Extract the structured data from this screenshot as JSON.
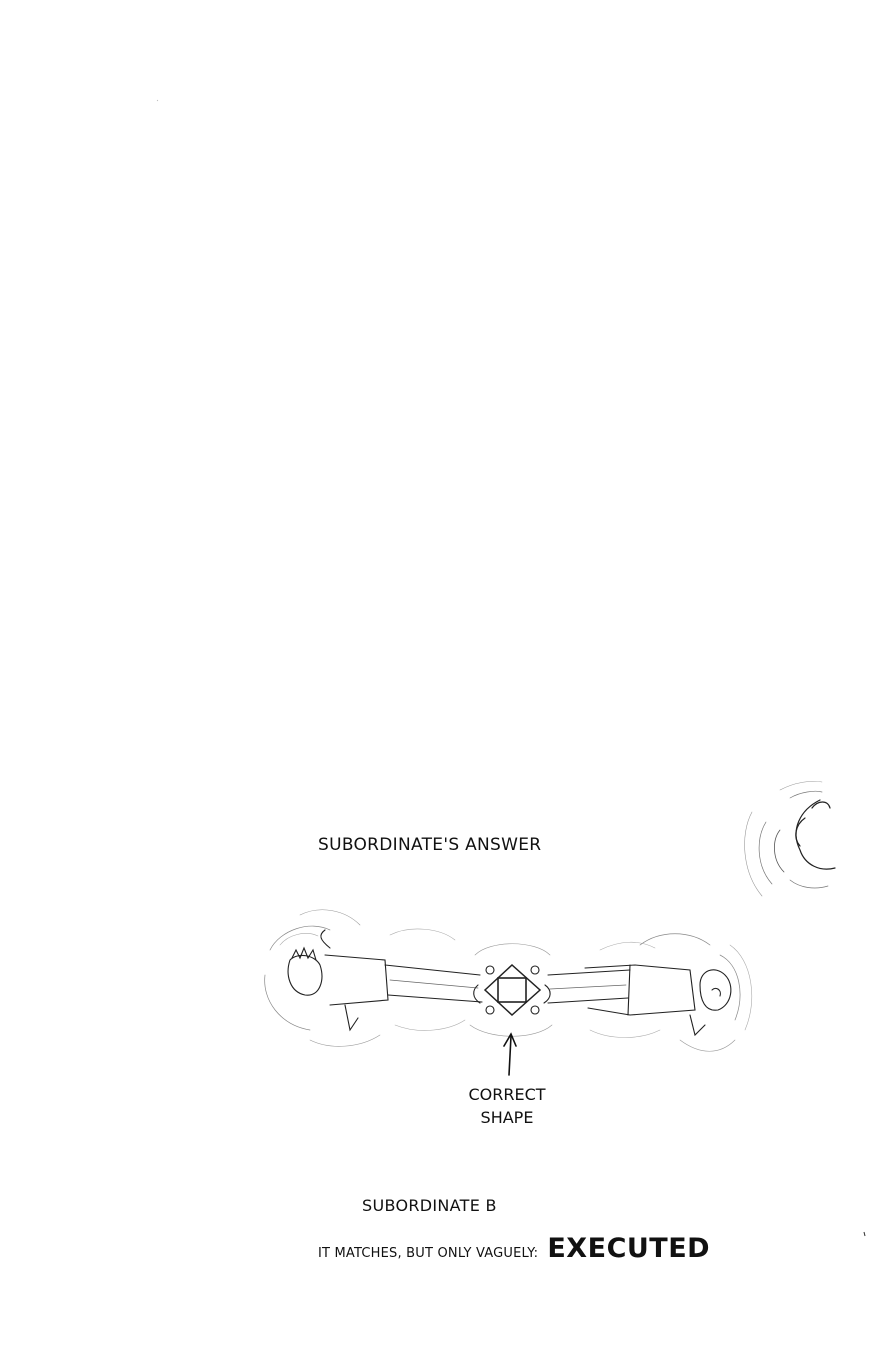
{
  "captions": {
    "answer_label": "SUBORDINATE'S ANSWER",
    "correct_line1": "CORRECT",
    "correct_line2": "SHAPE",
    "subordinate_b": "SUBORDINATE B",
    "verdict_text": "IT MATCHES, BUT ONLY VAGUELY:",
    "verdict_word": "EXECUTED"
  },
  "illustrations": {
    "top_right": "figure-in-water-sketch",
    "main": "two-figures-holding-device-sketch",
    "arrow": "up-arrow"
  },
  "colors": {
    "background": "#ffffff",
    "ink": "#111111"
  }
}
